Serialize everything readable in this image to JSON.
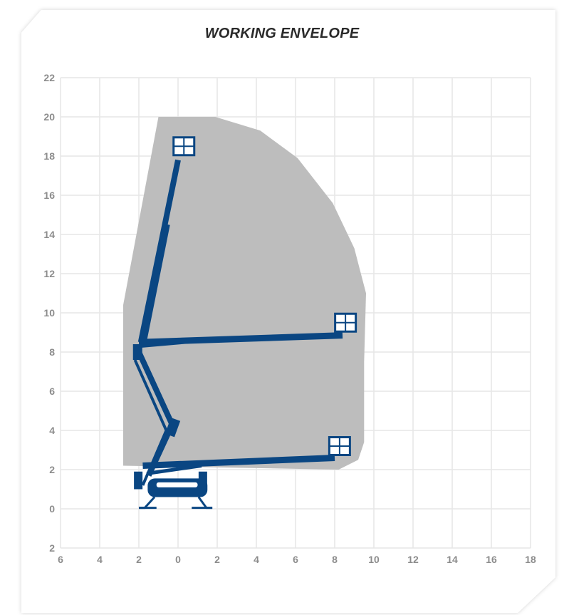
{
  "title": "WORKING ENVELOPE",
  "chart_data": {
    "type": "diagram",
    "x_ticks": [
      "6",
      "4",
      "2",
      "0",
      "2",
      "4",
      "6",
      "8",
      "10",
      "12",
      "14",
      "16",
      "18"
    ],
    "y_ticks": [
      "22",
      "20",
      "18",
      "16",
      "14",
      "12",
      "10",
      "8",
      "6",
      "4",
      "2",
      "0",
      "2"
    ],
    "xlim": [
      -6,
      18
    ],
    "ylim": [
      -2,
      22
    ],
    "grid": true,
    "envelope_color": "#bdbdbd",
    "boom_color": "#0a4682",
    "grid_color": "#e6e6e6"
  }
}
